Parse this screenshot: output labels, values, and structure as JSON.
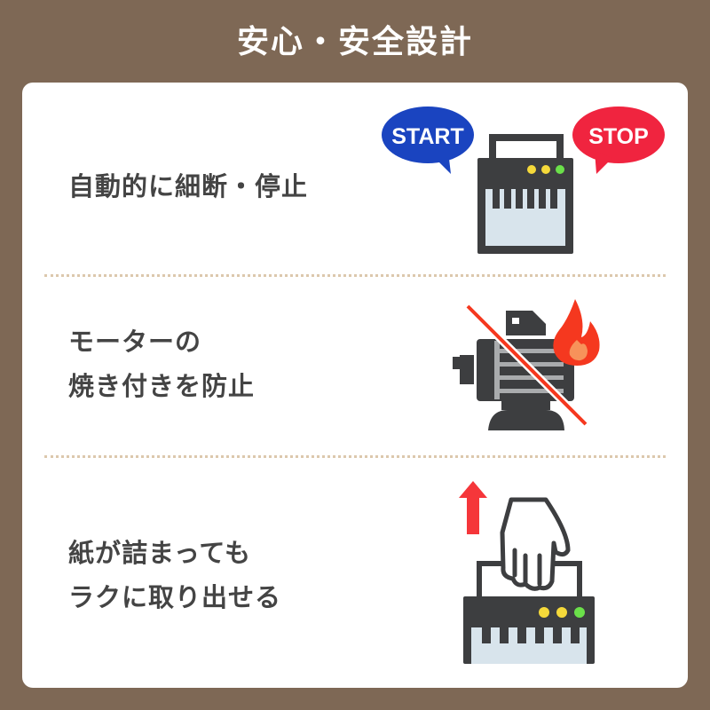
{
  "title": "安心・安全設計",
  "features": [
    {
      "lines": [
        "自動的に細断・停止"
      ],
      "bubbles": {
        "start": "START",
        "stop": "STOP"
      },
      "icon": "shredder-start-stop-icon"
    },
    {
      "lines": [
        "モーターの",
        "焼き付きを防止"
      ],
      "icon": "motor-no-fire-icon"
    },
    {
      "lines": [
        "紙が詰まっても",
        "ラクに取り出せる"
      ],
      "icon": "hand-pull-paper-icon"
    }
  ],
  "colors": {
    "background": "#7e6855",
    "start": "#1a44c0",
    "stop": "#f0243f",
    "dark": "#3d3e40",
    "fire": "#f5381f"
  }
}
